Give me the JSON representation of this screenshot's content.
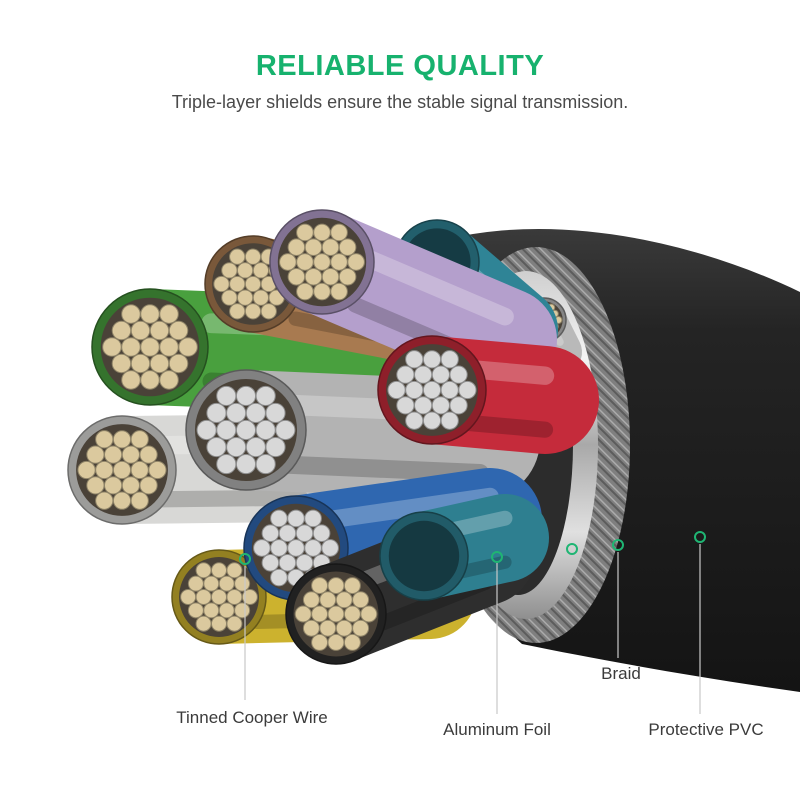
{
  "header": {
    "title": "RELIABLE QUALITY",
    "subtitle": "Triple-layer shields ensure the stable signal transmission."
  },
  "callouts": {
    "tinned_copper": {
      "label": "Tinned Cooper Wire"
    },
    "aluminum_foil": {
      "label": "Aluminum Foil"
    },
    "braid": {
      "label": "Braid"
    },
    "protective_pvc": {
      "label": "Protective PVC"
    }
  },
  "colors": {
    "title_green": "#17b26e",
    "accent_green": "#1fb573",
    "subtitle_text": "#4a4a4a",
    "label_text": "#3b3b3b",
    "pvc_black": "#1f1f1f",
    "braid_gray": "#8a8a8a",
    "foil_silver": "#d9d9d9",
    "strand_tan": "#dbc99e",
    "strand_silver": "#d8d8d8"
  },
  "illustration": {
    "wires": [
      {
        "name": "signal-small",
        "jacket": "#b9b9b9",
        "strand": "tan",
        "face": [
          544,
          320
        ],
        "end": [
          560,
          352
        ],
        "r": 22,
        "strands": 19
      },
      {
        "name": "teal-top",
        "jacket": "#2f8496",
        "strand": null,
        "face": [
          437,
          262
        ],
        "end": [
          516,
          330
        ],
        "r": 42,
        "strands": 0
      },
      {
        "name": "green",
        "jacket": "#49a03e",
        "strand": "tan",
        "face": [
          150,
          347
        ],
        "end": [
          490,
          360
        ],
        "r": 58,
        "strands": 19
      },
      {
        "name": "brown",
        "jacket": "#a87a50",
        "strand": "tan",
        "face": [
          253,
          284
        ],
        "end": [
          490,
          330
        ],
        "r": 48,
        "strands": 19
      },
      {
        "name": "lavender",
        "jacket": "#b49fcc",
        "strand": "tan",
        "face": [
          322,
          262
        ],
        "end": [
          505,
          340
        ],
        "r": 52,
        "strands": 19
      },
      {
        "name": "white",
        "jacket": "#d8d8d6",
        "strand": "tan",
        "face": [
          122,
          470
        ],
        "end": [
          300,
          468
        ],
        "r": 54,
        "strands": 19
      },
      {
        "name": "copper-bundle",
        "jacket": "#b3b3b3",
        "strand": "silver",
        "face": [
          246,
          430
        ],
        "end": [
          480,
          440
        ],
        "r": 60,
        "strands": 19
      },
      {
        "name": "red",
        "jacket": "#c52b3b",
        "strand": "silver",
        "face": [
          432,
          390
        ],
        "end": [
          545,
          400
        ],
        "r": 54,
        "strands": 19
      },
      {
        "name": "yellow",
        "jacket": "#ccb22e",
        "strand": "tan",
        "face": [
          219,
          597
        ],
        "end": [
          430,
          592
        ],
        "r": 47,
        "strands": 19
      },
      {
        "name": "blue",
        "jacket": "#2f67b0",
        "strand": "silver",
        "face": [
          296,
          548
        ],
        "end": [
          490,
          520
        ],
        "r": 52,
        "strands": 19
      },
      {
        "name": "black",
        "jacket": "#2e2e2e",
        "strand": "tan",
        "face": [
          336,
          614
        ],
        "end": [
          485,
          555
        ],
        "r": 50,
        "strands": 19
      },
      {
        "name": "teal-bottom",
        "jacket": "#2e7f90",
        "strand": null,
        "face": [
          424,
          556
        ],
        "end": [
          505,
          538
        ],
        "r": 44,
        "strands": 0
      }
    ]
  }
}
